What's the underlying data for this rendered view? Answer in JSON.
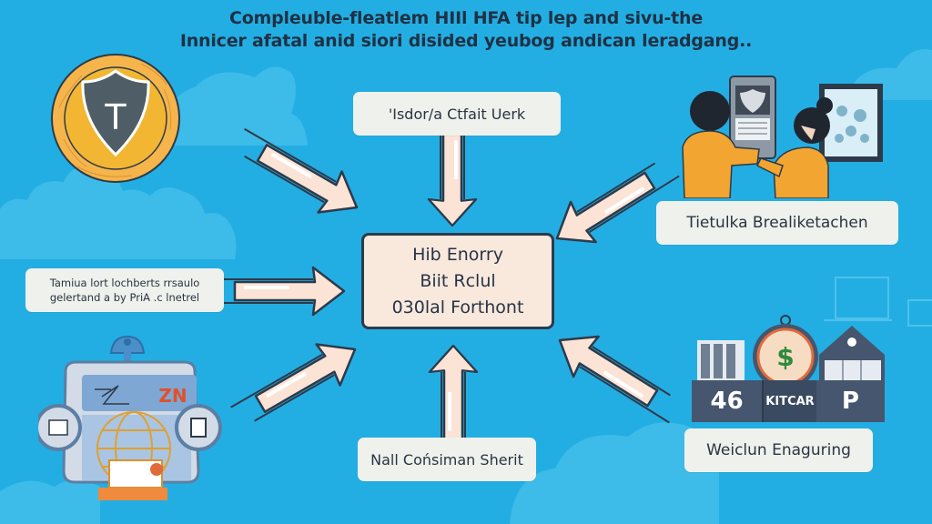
{
  "title": {
    "line1": "Compleuble-fleatlem HIIl HFA tip lep and sivu-the",
    "line2": "Innicer afatal anid siori disided yeubog andican leradgang.."
  },
  "center": {
    "lines": [
      "Hib Enorry",
      "Biit Rclul",
      "030lal Forthont"
    ]
  },
  "nodes": {
    "top": {
      "label": "'Isdor/a Ctfait Uerk"
    },
    "left": {
      "label_line1": "Tamiua lort lochberts rrsaulo",
      "label_line2": "gelertand a by PriA .c lnetrel"
    },
    "right": {
      "label": "Tietulka Brealiketachen"
    },
    "bottom": {
      "label": "Nall Cońsiman Sherit"
    },
    "bottom_right": {
      "label": "Weiclun Enaguring",
      "stats": [
        "46",
        "KITCAR",
        "P"
      ]
    }
  },
  "illustrations": {
    "top_left": "shield-coin-icon",
    "top_left_letter": "T",
    "top_right": "people-at-kiosk-illustration",
    "bottom_left": "machine-globe-illustration",
    "bottom_left_tag": "ZN",
    "bottom_right": "buildings-clock-illustration",
    "bottom_right_symbol": "$"
  },
  "colors": {
    "background": "#23aee3",
    "arrow_fill": "#fbe3d6",
    "box_fill": "#eef1ec",
    "center_fill": "#f9e8dc",
    "dark": "#2d3a4a",
    "coin": "#f2b632"
  }
}
